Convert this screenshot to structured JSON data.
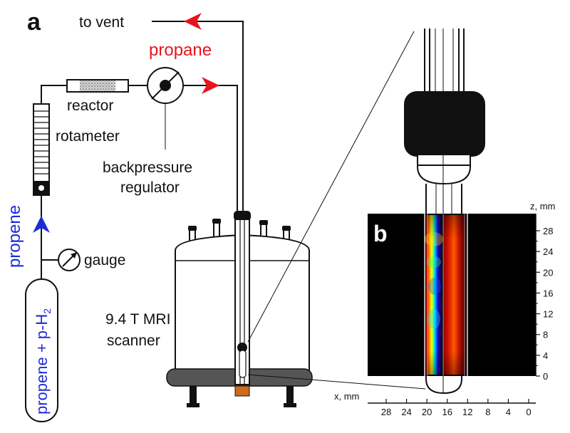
{
  "panel_a": {
    "letter": "a",
    "labels": {
      "to_vent": "to vent",
      "propane": "propane",
      "reactor": "reactor",
      "rotameter": "rotameter",
      "backpressure_line1": "backpressure",
      "backpressure_line2": "regulator",
      "propene": "propene",
      "gauge": "gauge",
      "cylinder_main": "propene + p-H",
      "cylinder_sub": "2",
      "scanner_line1": "9.4 T MRI",
      "scanner_line2": "scanner"
    },
    "colors": {
      "propane": "#e8141c",
      "propene": "#1d2bd6",
      "line": "#111111",
      "magnet_base": "#555555",
      "sample": "#cf6a1e"
    }
  },
  "panel_b": {
    "letter": "b",
    "z_axis": {
      "label": "z, mm",
      "ticks": [
        "0",
        "4",
        "8",
        "12",
        "16",
        "20",
        "24",
        "28"
      ]
    },
    "x_axis": {
      "label": "x, mm",
      "ticks": [
        "28",
        "24",
        "20",
        "16",
        "12",
        "8",
        "4",
        "0"
      ]
    }
  }
}
